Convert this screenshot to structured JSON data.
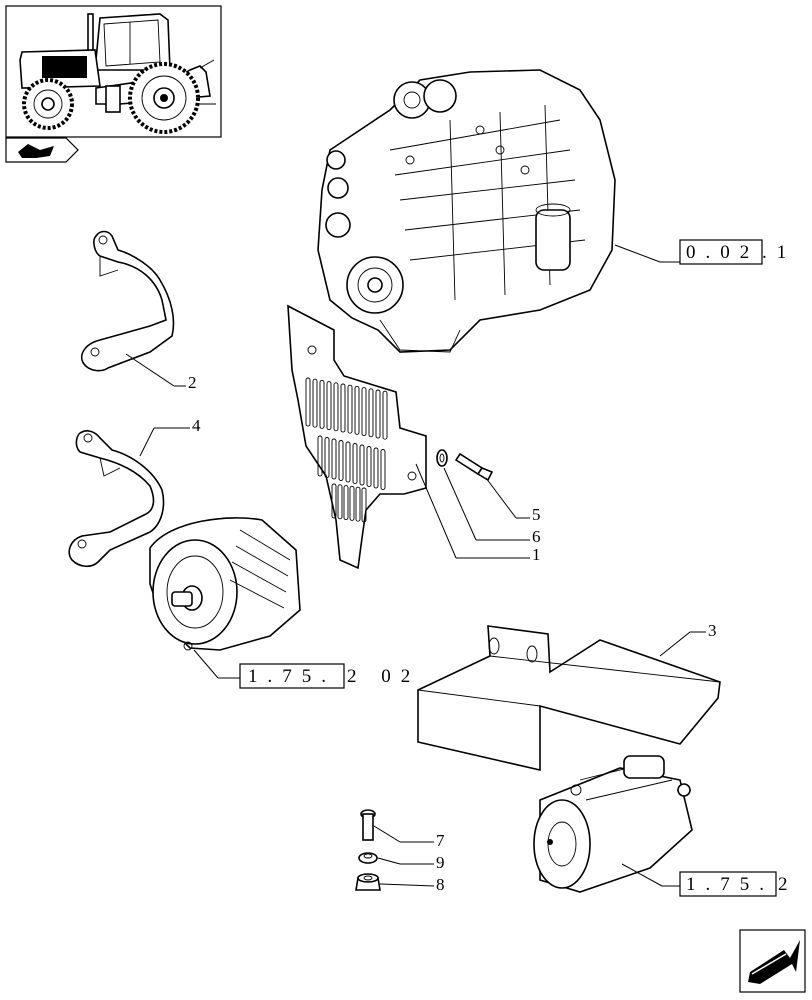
{
  "diagram": {
    "callouts": {
      "c1": "1",
      "c2": "2",
      "c3": "3",
      "c4": "4",
      "c5": "5",
      "c6": "6",
      "c7": "7",
      "c8": "8",
      "c9": "9"
    },
    "references": {
      "engine_boxed": "0.02",
      "engine_tail": ".1",
      "alternator_boxed": "1.75.",
      "alternator_tail": "2  02",
      "starter_boxed": "1.75.",
      "starter_tail": "2"
    }
  },
  "icons": {
    "thumbnail": "tractor-icon",
    "book": "book-arrow-icon",
    "nav": "next-page-arrow-icon"
  }
}
